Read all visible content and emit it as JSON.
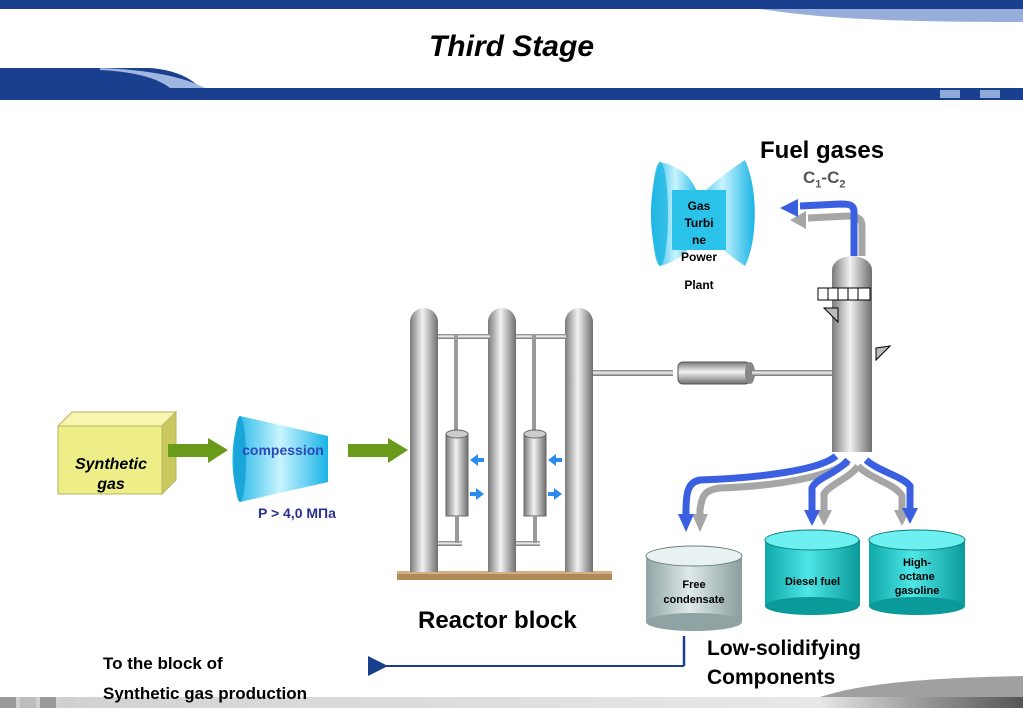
{
  "title": "Third Stage",
  "fuel_gases": {
    "label": "Fuel gases",
    "formula_c": "C",
    "formula_sub1": "1",
    "formula_dash": "-C",
    "formula_sub2": "2"
  },
  "turbine": {
    "lines": [
      "Gas",
      "Turbi",
      "ne",
      "Power"
    ],
    "plant": "Plant"
  },
  "synthetic_gas": {
    "line1": "Synthetic",
    "line2": "gas"
  },
  "compressor": {
    "label": "compession",
    "pressure": "P > 4,0 МПа"
  },
  "reactor": {
    "label": "Reactor block"
  },
  "tanks": {
    "free_condensate": {
      "line1": "Free",
      "line2": "condensate"
    },
    "diesel": "Diesel fuel",
    "high_octane": {
      "line1": "High-",
      "line2": "octane",
      "line3": "gasoline"
    }
  },
  "low_solidifying": {
    "line1": "Low-solidifying",
    "line2": "Components"
  },
  "to_block": {
    "line1": "To the block of",
    "line2": "Synthetic gas production"
  },
  "colors": {
    "banner_dark": "#1b3f8f",
    "flow_blue": "#3a5fe0",
    "flow_gray": "#a6a6a6",
    "tank_teal": "#1cc8c8",
    "box_yellow": "#eeee88",
    "arrow_green": "#6a9a1a"
  }
}
